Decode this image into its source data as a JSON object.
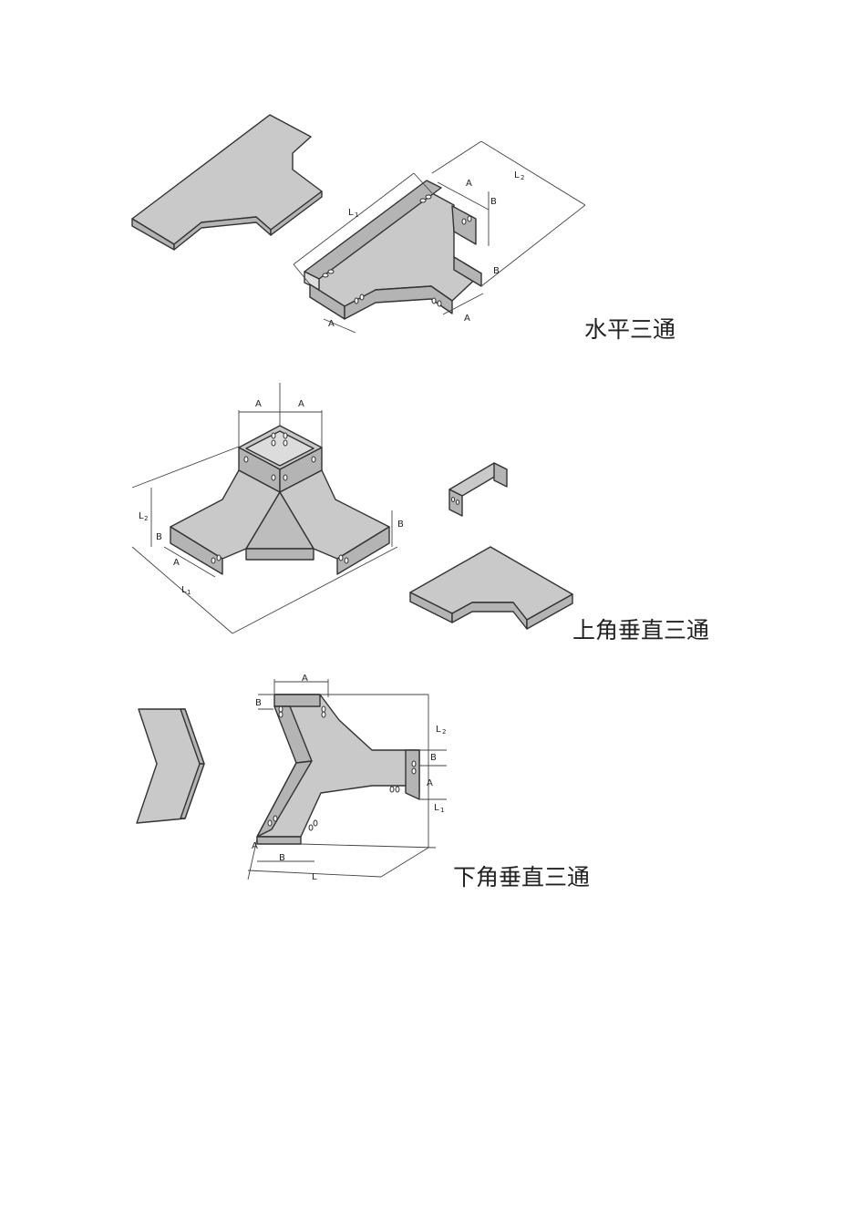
{
  "captions": {
    "horizontal_tee": "水平三通",
    "upper_vertical_tee": "上角垂直三通",
    "lower_vertical_tee": "下角垂直三通"
  },
  "dimension_labels": {
    "A": "A",
    "B": "B",
    "L": "L",
    "L_letter": "L",
    "sub1": "1",
    "sub2": "2"
  },
  "colors": {
    "surface": "#c9c9c9",
    "surface_dark": "#b4b4b4",
    "outline": "#333333",
    "dimension_line": "#444444"
  }
}
